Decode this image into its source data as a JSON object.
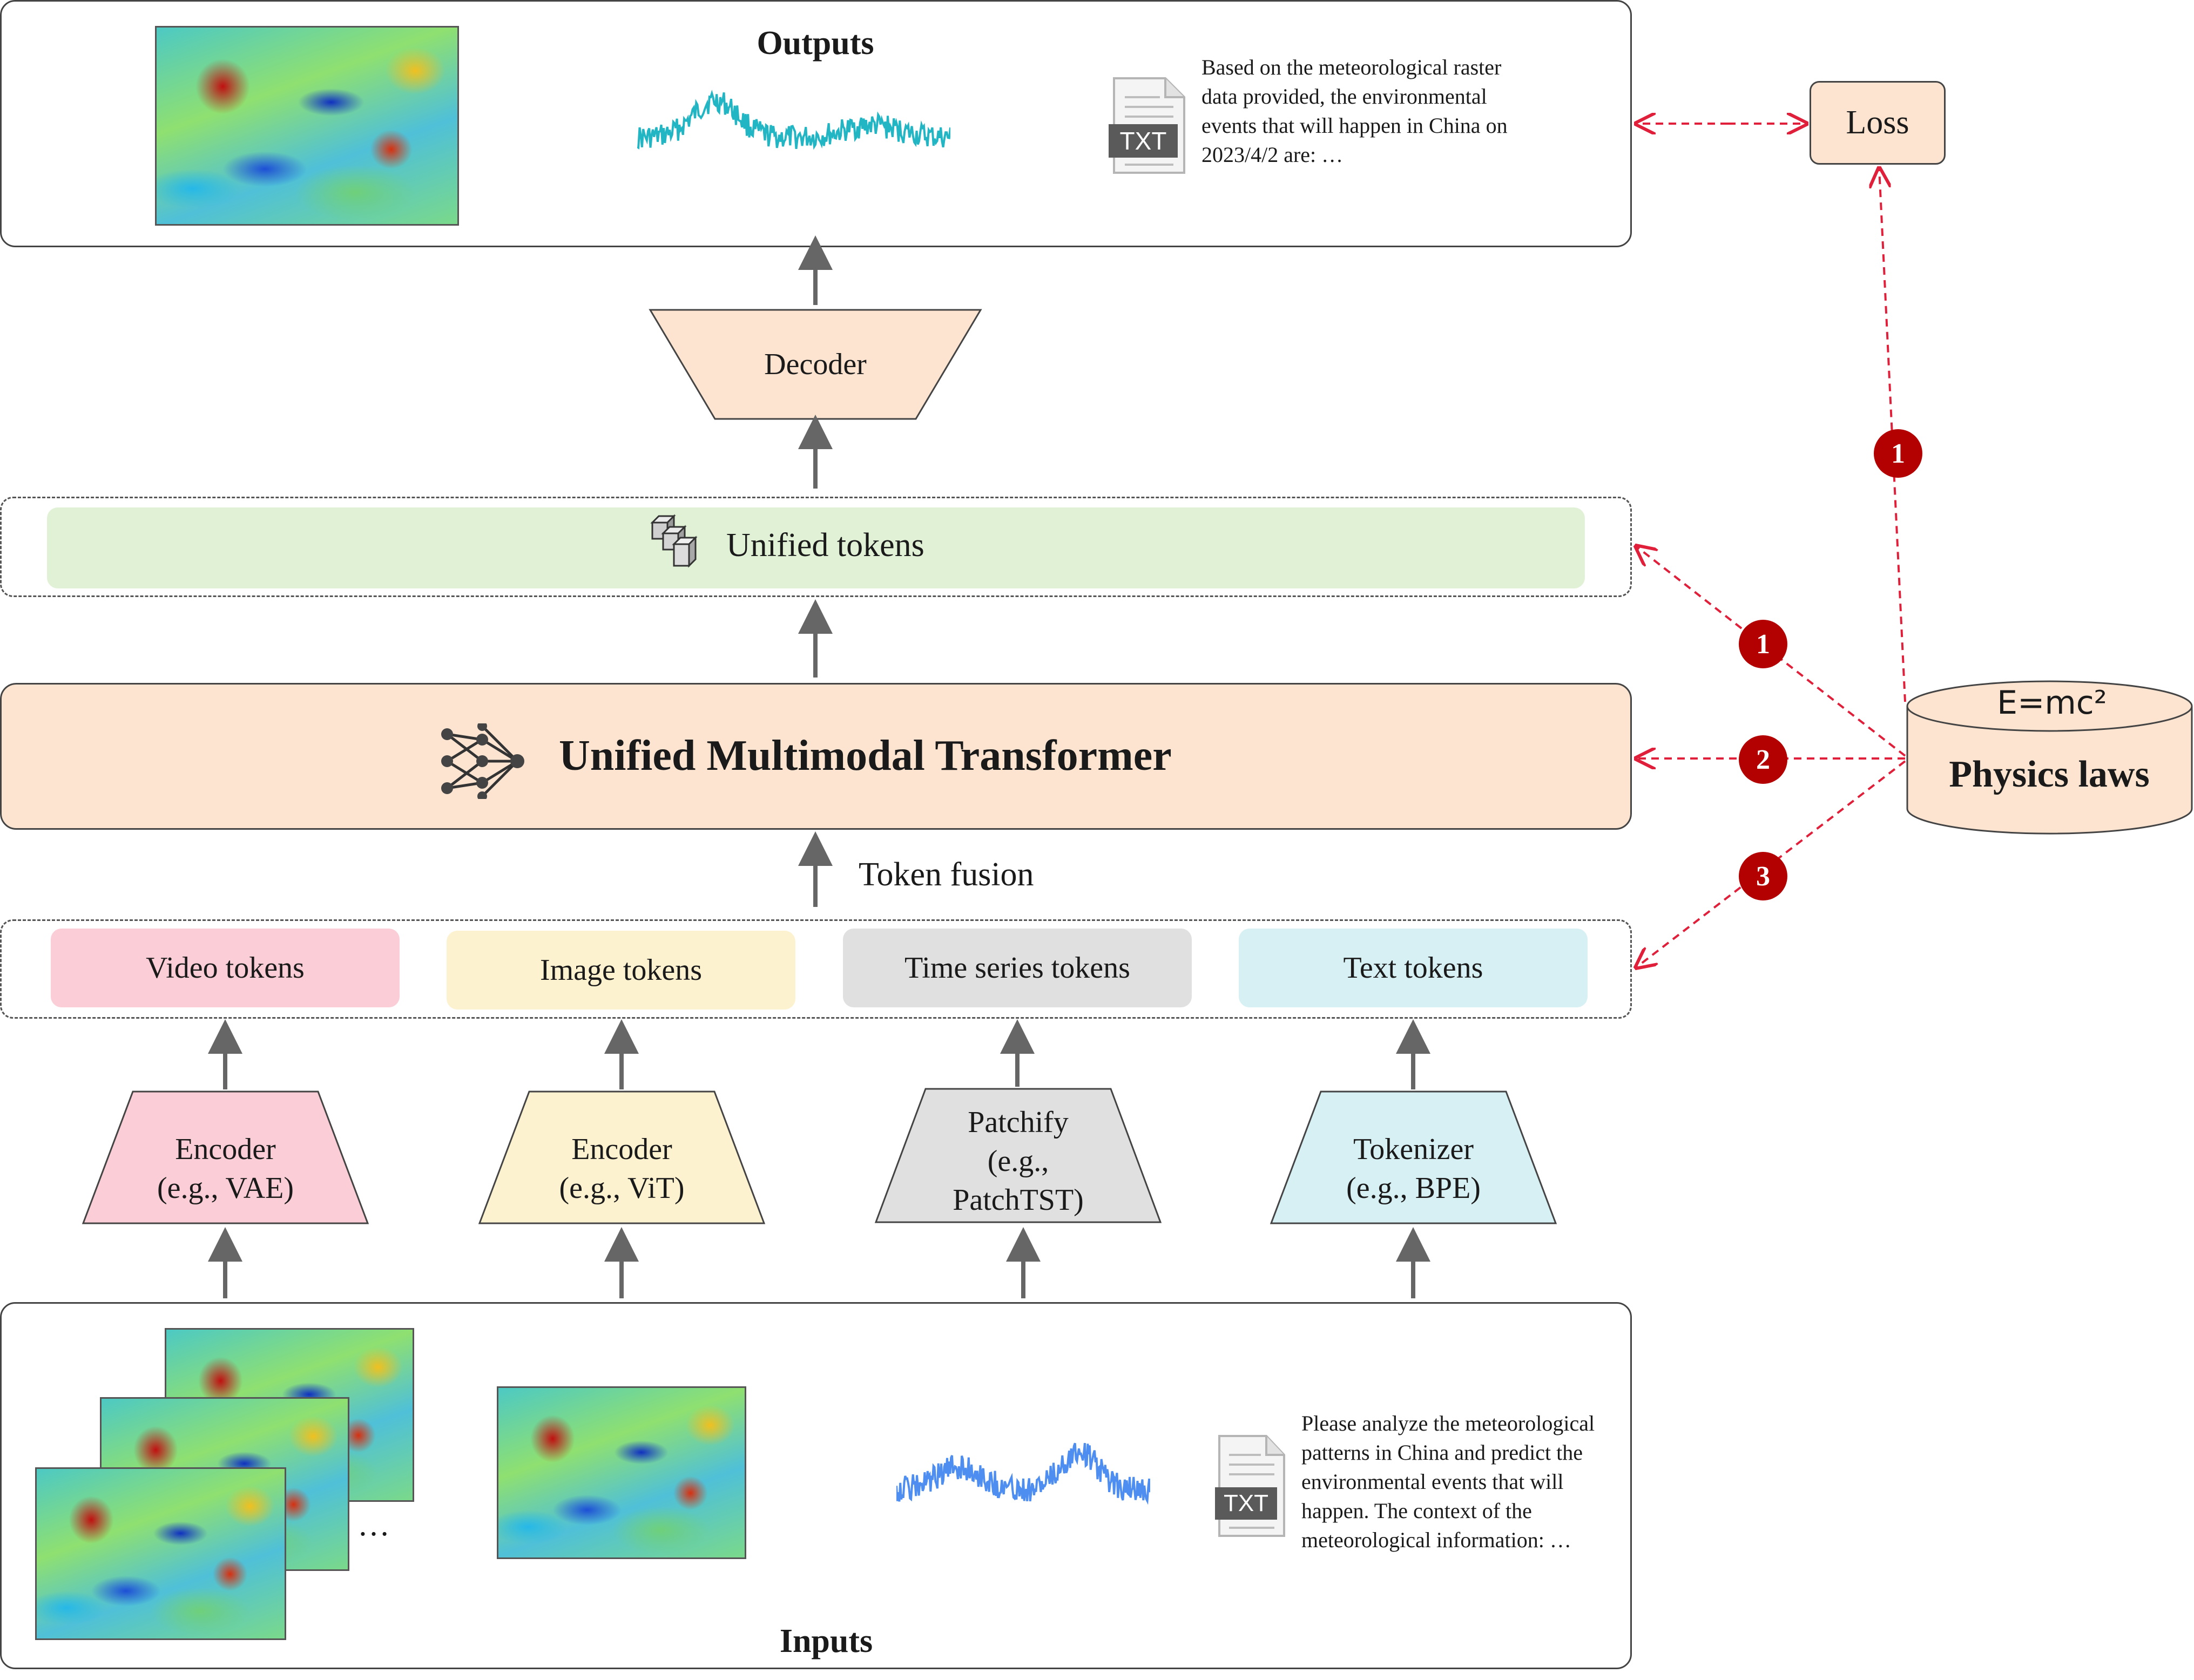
{
  "outputs": {
    "title": "Outputs",
    "text": "Based on the meteorological raster data provided, the environmental events that will happen in China on 2023/4/2 are: …",
    "doc_icon_label": "TXT"
  },
  "loss": {
    "label": "Loss"
  },
  "decoder": {
    "label": "Decoder"
  },
  "unified_tokens": {
    "label": "Unified tokens"
  },
  "transformer": {
    "label": "Unified Multimodal Transformer"
  },
  "token_fusion": {
    "label": "Token fusion"
  },
  "tokens": {
    "video": "Video tokens",
    "image": "Image tokens",
    "time_series": "Time series tokens",
    "text": "Text tokens"
  },
  "encoders": {
    "video": {
      "line1": "Encoder",
      "line2": "(e.g., VAE)"
    },
    "image": {
      "line1": "Encoder",
      "line2": "(e.g., ViT)"
    },
    "time_series": {
      "line1": "Patchify",
      "line2": "(e.g.,",
      "line3": "PatchTST)"
    },
    "text": {
      "line1": "Tokenizer",
      "line2": "(e.g., BPE)"
    }
  },
  "physics": {
    "label": "Physics laws",
    "formula": "E=mc²"
  },
  "badges": {
    "loss": "1",
    "unified": "1",
    "transformer": "2",
    "tokens": "3"
  },
  "inputs": {
    "title": "Inputs",
    "ellipsis": "…",
    "text": "Please analyze the meteorological patterns in China and predict the environmental events that will happen. The context of the meteorological information: …",
    "doc_icon_label": "TXT"
  },
  "colors": {
    "orange": "#fce4d0",
    "green": "#e0f1d6",
    "pink": "#fbcdd6",
    "yellow": "#fdf2cf",
    "gray": "#e0e0e0",
    "cyan": "#d6f0f4",
    "arrow": "#666666",
    "red": "#e0203a",
    "badge": "#b30000",
    "series_output": "#22b5c4",
    "series_input": "#4e8ef0"
  },
  "icons": [
    "txt-document-icon",
    "cubes-icon",
    "neural-network-icon",
    "cylinder-icon"
  ]
}
